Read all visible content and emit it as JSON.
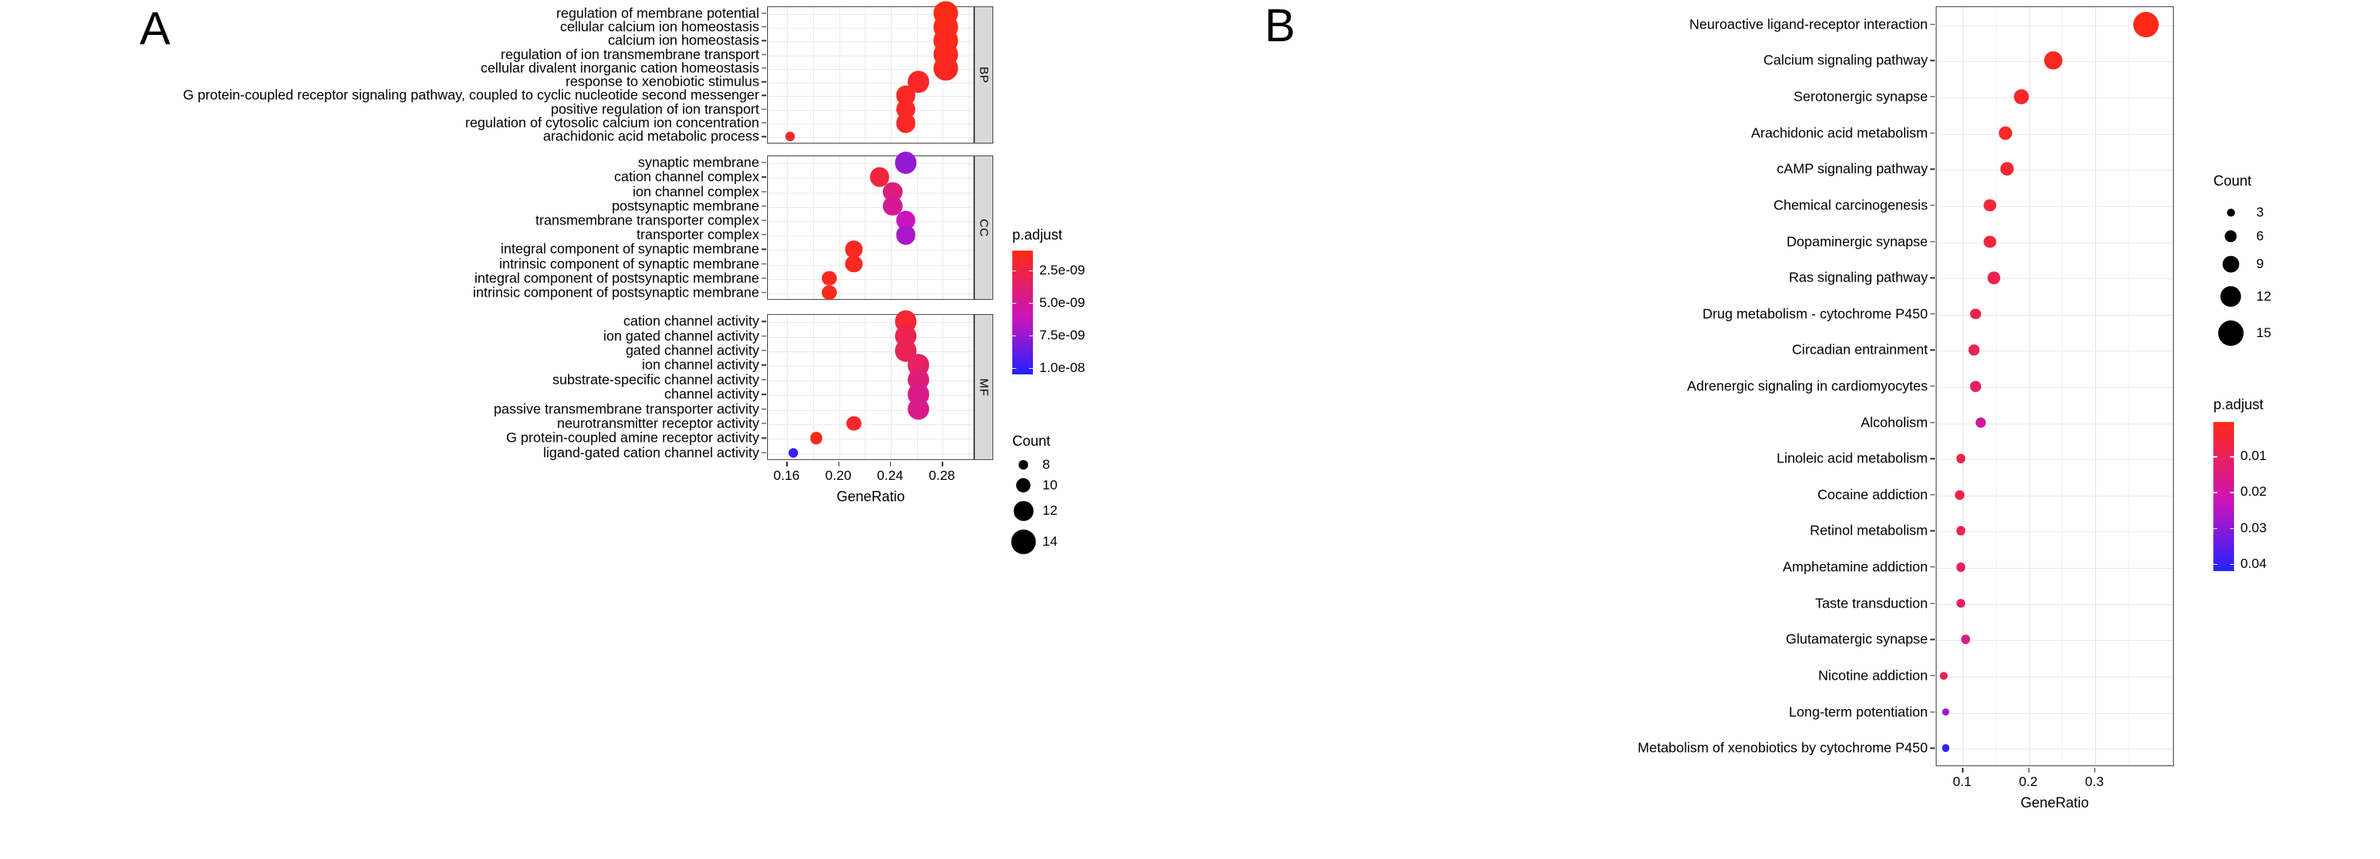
{
  "figure": {
    "panels": [
      {
        "letter": "A"
      },
      {
        "letter": "B"
      }
    ]
  },
  "chart_data": [
    {
      "id": "panel-a",
      "type": "scatter",
      "title": "",
      "subtitle": "",
      "xlabel": "GeneRatio",
      "ylabel": "",
      "xlim": [
        0.145,
        0.305
      ],
      "xticks": [
        0.16,
        0.2,
        0.24,
        0.28
      ],
      "xticklabels": [
        "0.16",
        "0.20",
        "0.24",
        "0.28"
      ],
      "grid": true,
      "legend_position": "right",
      "facets": [
        {
          "name": "BP",
          "terms": [
            {
              "label": "regulation of membrane potential",
              "gene_ratio": 0.283,
              "count": 14,
              "p_adjust": 1e-09
            },
            {
              "label": "cellular calcium ion homeostasis",
              "gene_ratio": 0.283,
              "count": 14,
              "p_adjust": 1.1e-09
            },
            {
              "label": "calcium ion homeostasis",
              "gene_ratio": 0.283,
              "count": 14,
              "p_adjust": 1.2e-09
            },
            {
              "label": "regulation of ion transmembrane transport",
              "gene_ratio": 0.283,
              "count": 14,
              "p_adjust": 1.3e-09
            },
            {
              "label": "cellular divalent inorganic cation homeostasis",
              "gene_ratio": 0.283,
              "count": 14,
              "p_adjust": 1.4e-09
            },
            {
              "label": "response to xenobiotic stimulus",
              "gene_ratio": 0.262,
              "count": 13,
              "p_adjust": 1.6e-09
            },
            {
              "label": "G protein-coupled receptor signaling pathway, coupled to cyclic nucleotide second messenger",
              "gene_ratio": 0.252,
              "count": 12,
              "p_adjust": 1.5e-09
            },
            {
              "label": "positive regulation of ion transport",
              "gene_ratio": 0.252,
              "count": 12,
              "p_adjust": 1.5e-09
            },
            {
              "label": "regulation of cytosolic calcium ion concentration",
              "gene_ratio": 0.252,
              "count": 12,
              "p_adjust": 1.5e-09
            },
            {
              "label": "arachidonic acid metabolic process",
              "gene_ratio": 0.163,
              "count": 8,
              "p_adjust": 1.8e-09
            }
          ]
        },
        {
          "name": "CC",
          "terms": [
            {
              "label": "synaptic membrane",
              "gene_ratio": 0.252,
              "count": 13,
              "p_adjust": 7.6e-09
            },
            {
              "label": "cation channel complex",
              "gene_ratio": 0.232,
              "count": 12,
              "p_adjust": 2.2e-09
            },
            {
              "label": "ion channel complex",
              "gene_ratio": 0.242,
              "count": 12,
              "p_adjust": 4.2e-09
            },
            {
              "label": "postsynaptic membrane",
              "gene_ratio": 0.242,
              "count": 12,
              "p_adjust": 5e-09
            },
            {
              "label": "transmembrane transporter complex",
              "gene_ratio": 0.252,
              "count": 12,
              "p_adjust": 6.2e-09
            },
            {
              "label": "transporter complex",
              "gene_ratio": 0.252,
              "count": 12,
              "p_adjust": 7e-09
            },
            {
              "label": "integral component of synaptic membrane",
              "gene_ratio": 0.212,
              "count": 11,
              "p_adjust": 1.4e-09
            },
            {
              "label": "intrinsic component of synaptic membrane",
              "gene_ratio": 0.212,
              "count": 11,
              "p_adjust": 1.4e-09
            },
            {
              "label": "integral component of postsynaptic membrane",
              "gene_ratio": 0.193,
              "count": 10,
              "p_adjust": 1.3e-09
            },
            {
              "label": "intrinsic component of postsynaptic membrane",
              "gene_ratio": 0.193,
              "count": 10,
              "p_adjust": 1.3e-09
            }
          ]
        },
        {
          "name": "MF",
          "terms": [
            {
              "label": "cation channel activity",
              "gene_ratio": 0.252,
              "count": 13,
              "p_adjust": 1.9e-09
            },
            {
              "label": "ion gated channel activity",
              "gene_ratio": 0.252,
              "count": 13,
              "p_adjust": 2.8e-09
            },
            {
              "label": "gated channel activity",
              "gene_ratio": 0.252,
              "count": 13,
              "p_adjust": 3e-09
            },
            {
              "label": "ion channel activity",
              "gene_ratio": 0.262,
              "count": 13,
              "p_adjust": 3.4e-09
            },
            {
              "label": "substrate-specific channel activity",
              "gene_ratio": 0.262,
              "count": 13,
              "p_adjust": 4e-09
            },
            {
              "label": "channel activity",
              "gene_ratio": 0.262,
              "count": 13,
              "p_adjust": 4.6e-09
            },
            {
              "label": "passive transmembrane transporter activity",
              "gene_ratio": 0.262,
              "count": 13,
              "p_adjust": 4.6e-09
            },
            {
              "label": "neurotransmitter receptor activity",
              "gene_ratio": 0.212,
              "count": 10,
              "p_adjust": 1.7e-09
            },
            {
              "label": "G protein-coupled amine receptor activity",
              "gene_ratio": 0.183,
              "count": 9,
              "p_adjust": 1.2e-09
            },
            {
              "label": "ligand-gated cation channel activity",
              "gene_ratio": 0.165,
              "count": 8,
              "p_adjust": 1e-08
            }
          ]
        }
      ],
      "legends": {
        "color": {
          "title": "p.adjust",
          "ticks": [
            2.5e-09,
            5e-09,
            7.5e-09,
            1e-08
          ],
          "ticklabels": [
            "2.5e-09",
            "5.0e-09",
            "7.5e-09",
            "1.0e-08"
          ],
          "domain": [
            1e-09,
            1.05e-08
          ],
          "low_color": "#FF2A15",
          "high_color": "#2222FF"
        },
        "size": {
          "title": "Count",
          "values": [
            8,
            10,
            12,
            14
          ]
        }
      }
    },
    {
      "id": "panel-b",
      "type": "scatter",
      "title": "",
      "subtitle": "",
      "xlabel": "GeneRatio",
      "ylabel": "",
      "xlim": [
        0.06,
        0.42
      ],
      "xticks": [
        0.1,
        0.2,
        0.3
      ],
      "xticklabels": [
        "0.1",
        "0.2",
        "0.3"
      ],
      "grid": true,
      "legend_position": "right",
      "terms": [
        {
          "label": "Neuroactive ligand-receptor interaction",
          "gene_ratio": 0.378,
          "count": 15,
          "p_adjust": 0.0008
        },
        {
          "label": "Calcium signaling pathway",
          "gene_ratio": 0.238,
          "count": 10,
          "p_adjust": 0.0022
        },
        {
          "label": "Serotonergic synapse",
          "gene_ratio": 0.19,
          "count": 8,
          "p_adjust": 0.003
        },
        {
          "label": "Arachidonic acid metabolism",
          "gene_ratio": 0.165,
          "count": 7,
          "p_adjust": 0.003
        },
        {
          "label": "cAMP signaling pathway",
          "gene_ratio": 0.168,
          "count": 7,
          "p_adjust": 0.0044
        },
        {
          "label": "Chemical carcinogenesis",
          "gene_ratio": 0.142,
          "count": 6,
          "p_adjust": 0.005
        },
        {
          "label": "Dopaminergic synapse",
          "gene_ratio": 0.142,
          "count": 6,
          "p_adjust": 0.0062
        },
        {
          "label": "Ras signaling pathway",
          "gene_ratio": 0.148,
          "count": 6,
          "p_adjust": 0.008
        },
        {
          "label": "Drug metabolism - cytochrome P450",
          "gene_ratio": 0.12,
          "count": 5,
          "p_adjust": 0.0075
        },
        {
          "label": "Circadian entrainment",
          "gene_ratio": 0.118,
          "count": 5,
          "p_adjust": 0.0088
        },
        {
          "label": "Adrenergic signaling in cardiomyocytes",
          "gene_ratio": 0.12,
          "count": 5,
          "p_adjust": 0.011
        },
        {
          "label": "Alcoholism",
          "gene_ratio": 0.128,
          "count": 5,
          "p_adjust": 0.019
        },
        {
          "label": "Linoleic acid metabolism",
          "gene_ratio": 0.098,
          "count": 4,
          "p_adjust": 0.0075
        },
        {
          "label": "Cocaine addiction",
          "gene_ratio": 0.096,
          "count": 4,
          "p_adjust": 0.0078
        },
        {
          "label": "Retinol metabolism",
          "gene_ratio": 0.098,
          "count": 4,
          "p_adjust": 0.009
        },
        {
          "label": "Amphetamine addiction",
          "gene_ratio": 0.098,
          "count": 4,
          "p_adjust": 0.01
        },
        {
          "label": "Taste transduction",
          "gene_ratio": 0.098,
          "count": 4,
          "p_adjust": 0.0118
        },
        {
          "label": "Glutamatergic synapse",
          "gene_ratio": 0.105,
          "count": 4,
          "p_adjust": 0.016
        },
        {
          "label": "Nicotine addiction",
          "gene_ratio": 0.072,
          "count": 3,
          "p_adjust": 0.0092
        },
        {
          "label": "Long-term potentiation",
          "gene_ratio": 0.075,
          "count": 3,
          "p_adjust": 0.028
        },
        {
          "label": "Metabolism of xenobiotics by cytochrome P450",
          "gene_ratio": 0.075,
          "count": 3,
          "p_adjust": 0.04
        }
      ],
      "legends": {
        "size": {
          "title": "Count",
          "values": [
            3,
            6,
            9,
            12,
            15
          ]
        },
        "color": {
          "title": "p.adjust",
          "ticks": [
            0.01,
            0.02,
            0.03,
            0.04
          ],
          "ticklabels": [
            "0.01",
            "0.02",
            "0.03",
            "0.04"
          ],
          "domain": [
            0.0005,
            0.042
          ],
          "low_color": "#FF2A15",
          "high_color": "#2222FF"
        }
      }
    }
  ]
}
